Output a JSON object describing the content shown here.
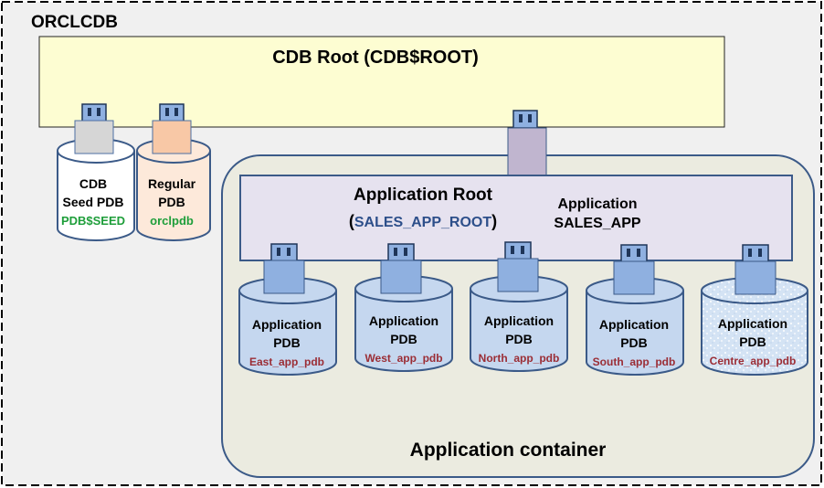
{
  "cdb": {
    "name": "ORCLCDB",
    "root_label": "CDB Root (CDB$ROOT)"
  },
  "seed_pdb": {
    "line1": "CDB",
    "line2": "Seed PDB",
    "name": "PDB$SEED",
    "name_color": "#1e9e3a"
  },
  "regular_pdb": {
    "line1": "Regular",
    "line2": "PDB",
    "name": "orclpdb",
    "name_color": "#1e9e3a"
  },
  "app_container": {
    "label": "Application container",
    "root_title": "Application Root",
    "root_open_paren": "(",
    "root_name": "SALES_APP_ROOT",
    "root_close_paren": ")",
    "app_line1": "Application",
    "app_line2": "SALES_APP"
  },
  "app_pdbs": [
    {
      "line1": "Application",
      "line2": "PDB",
      "name": "East_app_pdb"
    },
    {
      "line1": "Application",
      "line2": "PDB",
      "name": "West_app_pdb"
    },
    {
      "line1": "Application",
      "line2": "PDB",
      "name": "North_app_pdb"
    },
    {
      "line1": "Application",
      "line2": "PDB",
      "name": "South_app_pdb"
    },
    {
      "line1": "Application",
      "line2": "PDB",
      "name": "Centre_app_pdb"
    }
  ],
  "colors": {
    "cdb_root_fill": "#fdfdd2",
    "app_root_fill": "#e6e2ef",
    "container_fill": "#ebebe0",
    "outer_fill": "#f0f0f0",
    "app_pdb_fill": "#c5d7ef",
    "seed_plug_fill": "#d6d6d6",
    "regular_plug_fill": "#f8c8a6",
    "regular_cyl_fill": "#fde9da",
    "app_plug_fill": "#8fb0e0",
    "root_plug_fill": "#c0b5cf",
    "pdb_name_color": "#9b2d35",
    "app_root_name_color": "#2d4f8a",
    "border_color": "#3b5a88"
  }
}
